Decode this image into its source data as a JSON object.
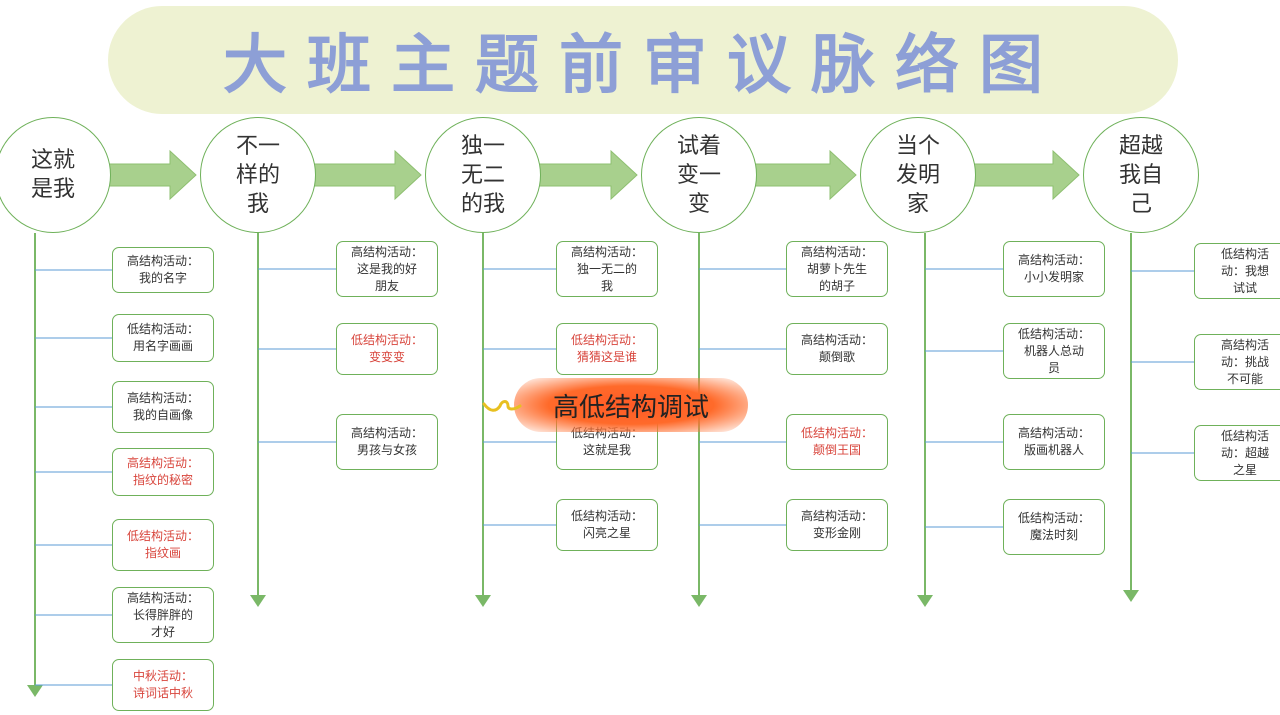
{
  "title": "大班主题前审议脉络图",
  "colors": {
    "circle_border": "#6fb15a",
    "arrow_fill": "#a8d08d",
    "axis_line": "#7ab867",
    "branch_line": "#5b9bd5",
    "red_text": "#d8453c",
    "title_color": "#8d9fd6",
    "highlight": "#ff5a26"
  },
  "highlight_label": "高低结构调试",
  "columns": [
    {
      "topic": "这就\n是我",
      "activities": [
        {
          "text": "高结构活动：\n我的名字",
          "red": false
        },
        {
          "text": "低结构活动：\n用名字画画",
          "red": false
        },
        {
          "text": "高结构活动：\n我的自画像",
          "red": false
        },
        {
          "text": "高结构活动：\n指纹的秘密",
          "red": true
        },
        {
          "text": "低结构活动：\n指纹画",
          "red": true
        },
        {
          "text": "高结构活动：\n长得胖胖的\n才好",
          "red": false
        },
        {
          "text": "中秋活动：\n诗词话中秋",
          "red": true
        }
      ]
    },
    {
      "topic": "不一\n样的\n我",
      "activities": [
        {
          "text": "高结构活动：\n这是我的好\n朋友",
          "red": false
        },
        {
          "text": "低结构活动：\n变变变",
          "red": true
        },
        {
          "text": "高结构活动：\n男孩与女孩",
          "red": false
        }
      ]
    },
    {
      "topic": "独一\n无二\n的我",
      "activities": [
        {
          "text": "高结构活动：\n独一无二的\n我",
          "red": false
        },
        {
          "text": "低结构活动：\n猜猜这是谁",
          "red": true
        },
        {
          "text": "低结构活动：\n这就是我",
          "red": false
        },
        {
          "text": "低结构活动：\n闪亮之星",
          "red": false
        }
      ]
    },
    {
      "topic": "试着\n变一\n变",
      "activities": [
        {
          "text": "高结构活动：\n胡萝卜先生\n的胡子",
          "red": false
        },
        {
          "text": "高结构活动：\n颠倒歌",
          "red": false
        },
        {
          "text": "低结构活动：\n颠倒王国",
          "red": true
        },
        {
          "text": "高结构活动：\n变形金刚",
          "red": false
        }
      ]
    },
    {
      "topic": "当个\n发明\n家",
      "activities": [
        {
          "text": "高结构活动：\n小小发明家",
          "red": false
        },
        {
          "text": "低结构活动：\n机器人总动\n员",
          "red": false
        },
        {
          "text": "高结构活动：\n版画机器人",
          "red": false
        },
        {
          "text": "低结构活动：\n魔法时刻",
          "red": false
        }
      ]
    },
    {
      "topic": "超越\n我自\n己",
      "activities": [
        {
          "text": "低结构活\n动：我想\n试试",
          "red": false
        },
        {
          "text": "高结构活\n动：挑战\n不可能",
          "red": false
        },
        {
          "text": "低结构活\n动：超越\n之星",
          "red": false
        }
      ]
    }
  ]
}
